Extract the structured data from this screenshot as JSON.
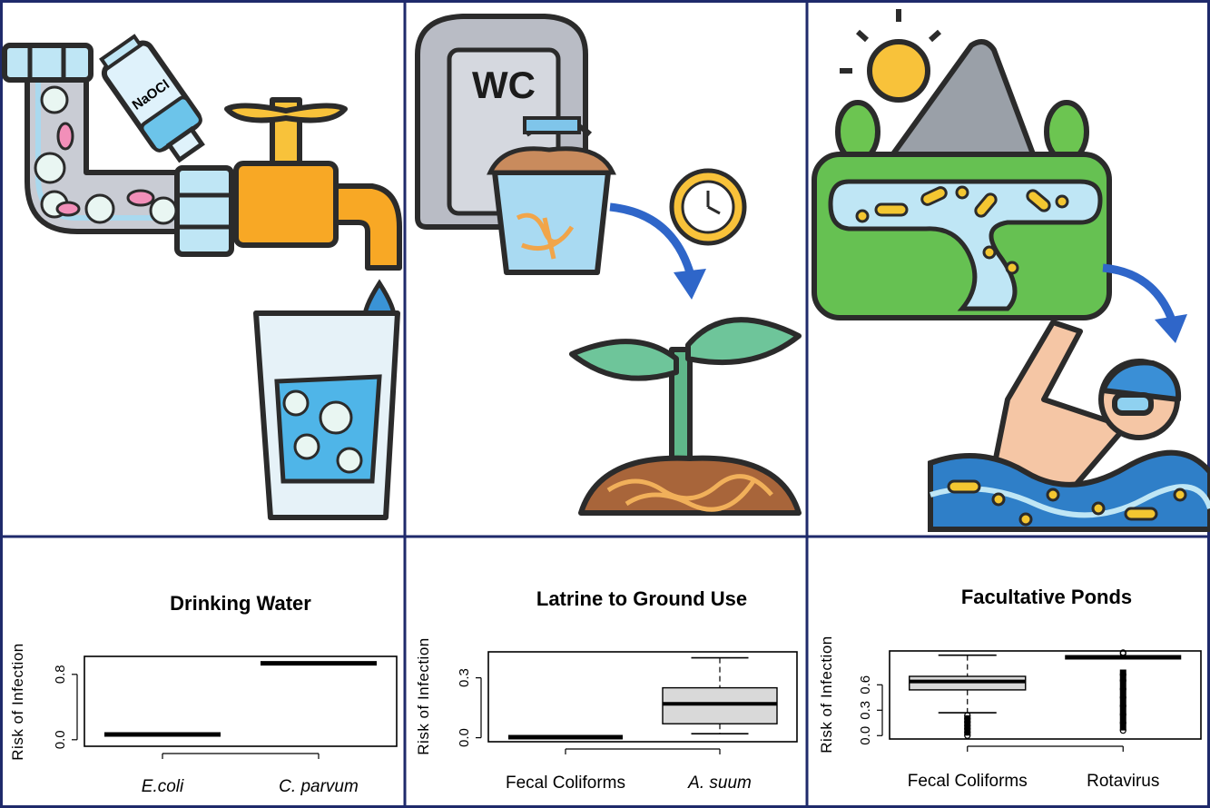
{
  "panels": [
    {
      "id": "drinking",
      "illustration": [
        "pipe-icon",
        "naocl-bottle-icon",
        "faucet-icon",
        "water-drop-icon",
        "glass-of-water-icon",
        "microbe-icon"
      ],
      "bottle_label": "NaOCl"
    },
    {
      "id": "latrine",
      "illustration": [
        "wc-latrine-icon",
        "bucket-icon",
        "worm-icon",
        "clock-icon",
        "arrow-icon",
        "plant-icon",
        "soil-icon"
      ],
      "sign_label": "WC"
    },
    {
      "id": "ponds",
      "illustration": [
        "sun-icon",
        "mountain-icon",
        "tree-icon",
        "pond-icon",
        "bacteria-icon",
        "arrow-icon",
        "swimmer-icon"
      ]
    }
  ],
  "chart_data": [
    {
      "type": "box",
      "title": "Drinking Water",
      "xlabel": "",
      "ylabel": "Risk of Infection",
      "ylim": [
        -0.08,
        1.02
      ],
      "yticks": [
        0.0,
        0.8
      ],
      "ytick_labels": [
        "0.0",
        "0.8"
      ],
      "categories": [
        "E.coli",
        "C. parvum"
      ],
      "category_italic": [
        true,
        true
      ],
      "boxes": [
        {
          "category": "E.coli",
          "min": 0.06,
          "q1": 0.06,
          "median": 0.065,
          "q3": 0.07,
          "max": 0.07,
          "outliers": []
        },
        {
          "category": "C. parvum",
          "min": 0.93,
          "q1": 0.93,
          "median": 0.935,
          "q3": 0.94,
          "max": 0.94,
          "outliers": []
        }
      ]
    },
    {
      "type": "box",
      "title": "Latrine to Ground Use",
      "xlabel": "",
      "ylabel": "Risk of Infection",
      "ylim": [
        -0.02,
        0.43
      ],
      "yticks": [
        0.0,
        0.3
      ],
      "ytick_labels": [
        "0.0",
        "0.3"
      ],
      "categories": [
        "Fecal Coliforms",
        "A. suum"
      ],
      "category_italic": [
        false,
        true
      ],
      "boxes": [
        {
          "category": "Fecal Coliforms",
          "min": 0.0,
          "q1": 0.0,
          "median": 0.003,
          "q3": 0.006,
          "max": 0.006,
          "outliers": []
        },
        {
          "category": "A. suum",
          "min": 0.02,
          "q1": 0.07,
          "median": 0.17,
          "q3": 0.25,
          "max": 0.4,
          "outliers": []
        }
      ]
    },
    {
      "type": "box",
      "title": "Facultative Ponds",
      "xlabel": "",
      "ylabel": "Risk of Infection",
      "ylim": [
        -0.04,
        1.0
      ],
      "yticks": [
        0.0,
        0.3,
        0.6
      ],
      "ytick_labels": [
        "0.0",
        "0.3",
        "0.6"
      ],
      "categories": [
        "Fecal Coliforms",
        "Rotavirus"
      ],
      "category_italic": [
        false,
        false
      ],
      "boxes": [
        {
          "category": "Fecal Coliforms",
          "min": 0.27,
          "q1": 0.54,
          "median": 0.64,
          "q3": 0.7,
          "max": 0.95,
          "outliers": [
            0.0,
            0.04,
            0.08,
            0.12,
            0.16,
            0.2,
            0.24
          ]
        },
        {
          "category": "Rotavirus",
          "min": 0.78,
          "q1": 0.91,
          "median": 0.925,
          "q3": 0.94,
          "max": 0.99,
          "outliers": [
            0.06,
            0.15,
            0.25,
            0.35,
            0.45,
            0.55,
            0.65,
            0.72,
            0.97,
            0.98
          ]
        }
      ]
    }
  ]
}
